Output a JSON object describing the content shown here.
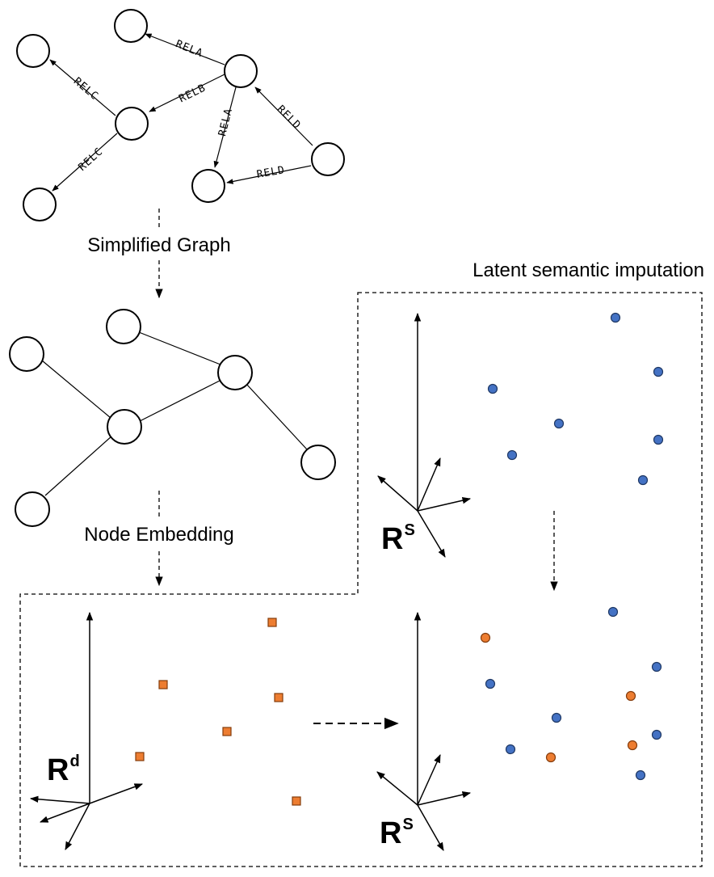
{
  "colors": {
    "embedding_point": "#4472c4",
    "imputed_point": "#ed7d31"
  },
  "relations": {
    "rela": "RELA",
    "relb": "RELB",
    "relc": "RELC",
    "reld": "RELD"
  },
  "captions": {
    "simplified_graph": "Simplified Graph",
    "node_embedding": "Node Embedding",
    "latent_imputation": "Latent semantic imputation"
  },
  "spaces": {
    "semantic": {
      "base": "R",
      "sup": "S"
    },
    "graph": {
      "base": "R",
      "sup": "d"
    }
  }
}
